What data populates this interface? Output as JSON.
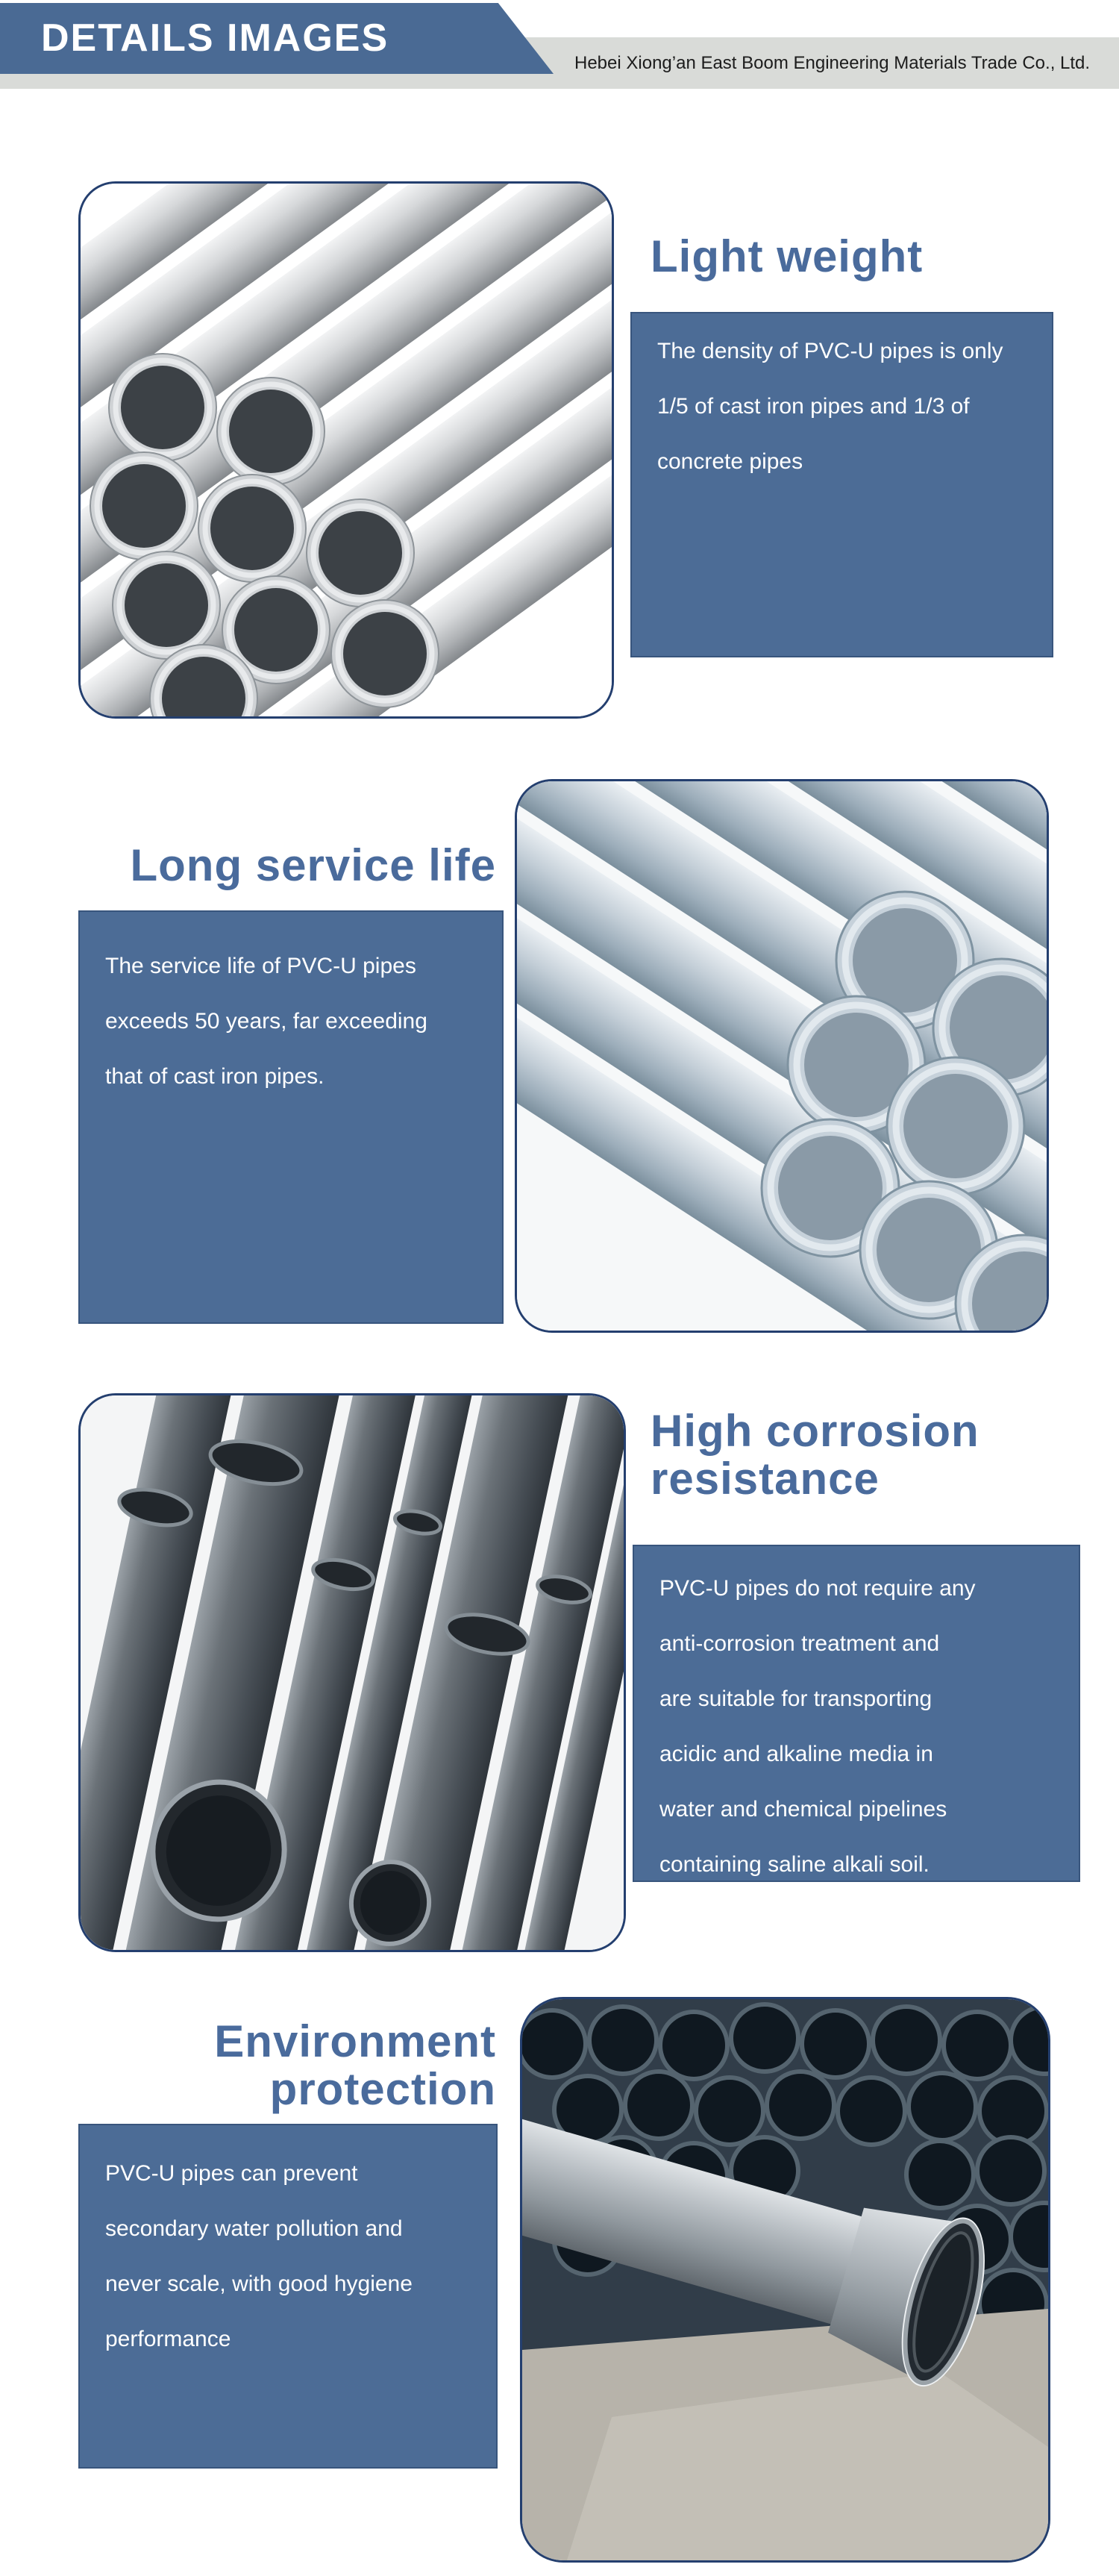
{
  "header": {
    "banner_title": "DETAILS IMAGES",
    "company_name": "Hebei Xiong’an East Boom Engineering Materials Trade Co., Ltd.",
    "banner_color": "#4a6a94",
    "band_color": "#d9dbd8"
  },
  "theme": {
    "title_color": "#4a6b9c",
    "box_color": "#4c6c96",
    "box_text_color": "#ffffff",
    "photo_border_color": "#243f6f"
  },
  "sections": [
    {
      "id": "light-weight",
      "title_lines": [
        "Light weight"
      ],
      "body_lines": [
        "The density of PVC-U pipes is only",
        "1/5 of cast iron pipes and 1/3 of",
        "concrete pipes"
      ],
      "image_side": "left",
      "image": "stacked-gray-pvc-pipes-photo"
    },
    {
      "id": "long-service-life",
      "title_lines": [
        "Long service life"
      ],
      "body_lines": [
        "The service life of PVC-U pipes",
        "exceeds 50 years, far exceeding",
        "that of cast iron pipes."
      ],
      "image_side": "right",
      "image": "stacked-blue-pvc-pipes-photo"
    },
    {
      "id": "high-corrosion-resistance",
      "title_lines": [
        "High corrosion",
        "resistance"
      ],
      "body_lines": [
        "PVC-U pipes do not require any",
        "anti-corrosion treatment and",
        "are suitable for transporting",
        "acidic and alkaline media in",
        "water and chemical pipelines",
        "containing saline alkali soil."
      ],
      "image_side": "left",
      "image": "dark-gray-pvc-pipes-photo"
    },
    {
      "id": "environment-protection",
      "title_lines": [
        "Environment",
        "protection"
      ],
      "body_lines": [
        "PVC-U pipes can prevent",
        "secondary water pollution and",
        "never scale, with good hygiene",
        "performance"
      ],
      "image_side": "right",
      "image": "large-pvc-pipe-on-ground-photo"
    }
  ]
}
